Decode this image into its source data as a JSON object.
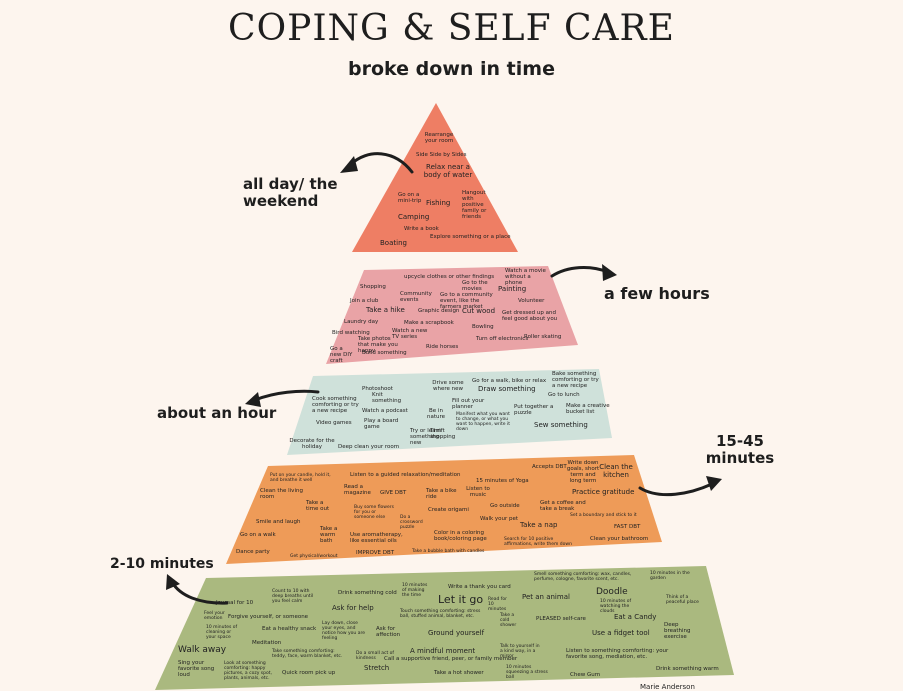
{
  "title": "COPING & SELF CARE",
  "subtitle": "broke down in time",
  "colors": {
    "background": "#fdf5ee",
    "tier1": "#ee7e64",
    "tier2": "#e9a3a6",
    "tier3": "#cfe1da",
    "tier4": "#ee9b58",
    "tier5": "#aab97f"
  },
  "labels": {
    "tier1": "all day/ the weekend",
    "tier2": "a few hours",
    "tier3": "about an hour",
    "tier4": "15-45 minutes",
    "tier5": "2-10 minutes"
  },
  "tier1_items": [
    "Rearrange your room",
    "Side Side by Sides",
    "Relax near a body of water",
    "Go on a mini-trip",
    "Fishing",
    "Hangout with positive family or friends",
    "Camping",
    "Write a book",
    "Boating",
    "Explore something or a place"
  ],
  "tier2_items": [
    "Shopping",
    "upcycle clothes or other findings",
    "Go to the movies",
    "Watch a movie without a phone",
    "Join a club",
    "Community events",
    "Go to a community event, like the farmers market",
    "Painting",
    "Volunteer",
    "Take a hike",
    "Graphic design",
    "Cut wood",
    "Get dressed up and feel good about you",
    "Laundry day",
    "Make a scrapbook",
    "Bird watching",
    "Watch a new TV series",
    "Bowling",
    "Take photos that make you happy",
    "Go a new DIY craft",
    "Build something",
    "Ride horses",
    "Turn off electronics",
    "Roller skating"
  ],
  "tier3_items": [
    "Photoshoot",
    "Drive some where new",
    "Go for a walk, bike or relax",
    "Bake something comforting or try a new recipe",
    "Cook something comforting or try a new recipe",
    "Knit something",
    "Draw something",
    "Go to lunch",
    "Fill out your planner",
    "Put together a puzzle",
    "Make a creative bucket list",
    "Watch a podcast",
    "Be in nature",
    "Video games",
    "Play a board game",
    "Try or learn something new",
    "Manifest what you want to change, or what you want to happen, write it down",
    "Thrift shopping",
    "Sew something",
    "Decorate for the holiday",
    "Deep clean your room"
  ],
  "tier4_items": [
    "Put on your candle, hold it, and breathe it well",
    "Listen to a guided relaxation/meditation",
    "Accepts DBT",
    "Write down goals, short term and long term",
    "Clean the kitchen",
    "15 minutes of Yoga",
    "Clean the living room",
    "Read a magazine",
    "Take a bike ride",
    "Listen to music",
    "Practice gratitude",
    "Take a time out",
    "GIVE DBT",
    "Go outside",
    "Get a coffee and take a break",
    "Buy some flowers for you or someone else",
    "Create origami",
    "Set a boundary and stick to it",
    "Smile and laugh",
    "Go on a walk",
    "Take a warm bath",
    "Do a crossword puzzle",
    "Walk your pet",
    "Take a nap",
    "FAST DBT",
    "Use aromatherapy, like essential oils",
    "Color in a coloring book/coloring page",
    "Search for 10 positive affirmations, write them down",
    "Clean your bathroom",
    "Dance party",
    "Get physical/workout",
    "IMPROVE DBT",
    "Take a bubble bath with candles"
  ],
  "tier5_items": [
    "Journal for 10",
    "Count to 10 with deep breaths until you feel calm",
    "Drink something cold",
    "10 minutes of making the time",
    "Write a thank you card",
    "Smell something comforting: wax, candles, perfume, cologne, favorite scent, etc.",
    "10 minutes in the garden",
    "Feel your emotion",
    "Forgive yourself, or someone",
    "Ask for help",
    "Let it go",
    "Read for 10 minutes",
    "Pet an animal",
    "Doodle",
    "10 minutes of watching the clouds",
    "Think of a peaceful place",
    "Touch something comforting: stress ball, stuffed animal, blanket, etc.",
    "Take a cold shower",
    "PLEASED self-care",
    "Eat a Candy",
    "10 minutes of cleaning or your space",
    "Eat a healthy snack",
    "Lay down, close your eyes, and notice how you are feeling",
    "Ask for affection",
    "Ground yourself",
    "Use a fidget tool",
    "Deep breathing exercise",
    "Meditation",
    "Walk away",
    "Take something comforting: teddy, face, warm blanket, etc.",
    "Do a small act of kindness",
    "A mindful moment",
    "Talk to yourself in a kind way, in a mirror",
    "Listen to something comforting: your favorite song, mediation, etc.",
    "Sing your favorite song loud",
    "Look at something comforting: happy pictures, a cozy spot, plants, animals, etc.",
    "Quick room pick up",
    "Stretch",
    "Call a supportive friend, peer, or family member",
    "Take a hot shower",
    "10 minutes squeezing a stress ball",
    "Chew Gum",
    "Drink something warm"
  ],
  "signature": "Marie Anderson"
}
